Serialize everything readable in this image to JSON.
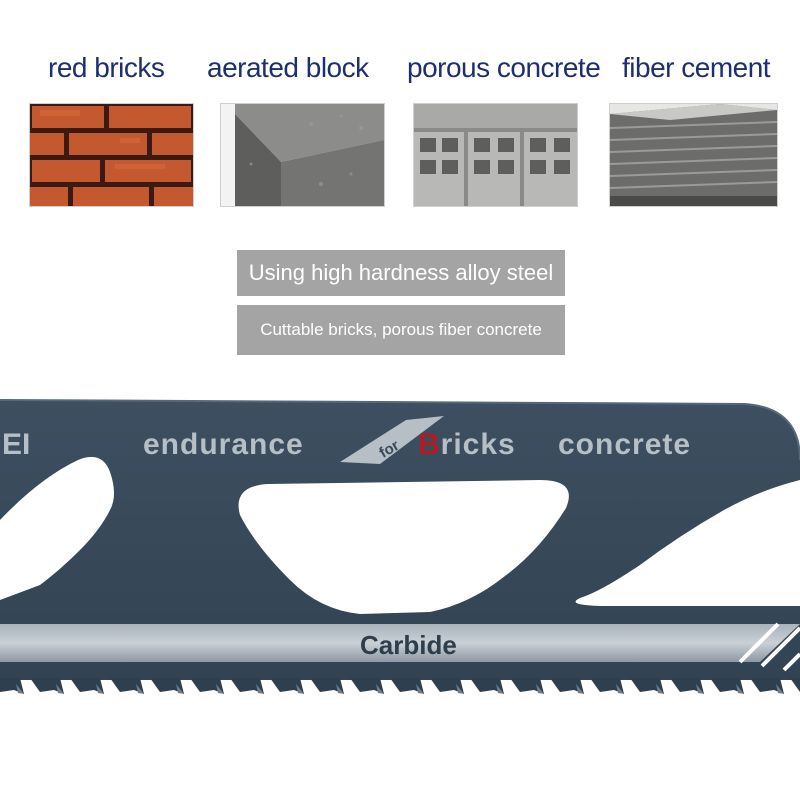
{
  "materials": [
    {
      "label": "red bricks",
      "icon": "red-brick-wall-image"
    },
    {
      "label": "aerated block",
      "icon": "aerated-block-image"
    },
    {
      "label": "porous concrete",
      "icon": "hollow-concrete-blocks-image"
    },
    {
      "label": "fiber cement",
      "icon": "fiber-cement-boards-image"
    }
  ],
  "banners": {
    "line1": "Using high hardness alloy steel",
    "line2": "Cuttable bricks, porous fiber concrete"
  },
  "blade": {
    "brand_fragment": "EI",
    "word_endurance": "endurance",
    "word_for": "for",
    "word_bricks_initial": "B",
    "word_bricks_rest": "ricks",
    "word_concrete": "concrete",
    "stripe_label": "Carbide"
  },
  "colors": {
    "label_text": "#1d2f6e",
    "banner_bg": "#a4a4a4",
    "blade_body": "#384a5a",
    "blade_text": "#b6bec6",
    "accent_red": "#b01c26"
  }
}
